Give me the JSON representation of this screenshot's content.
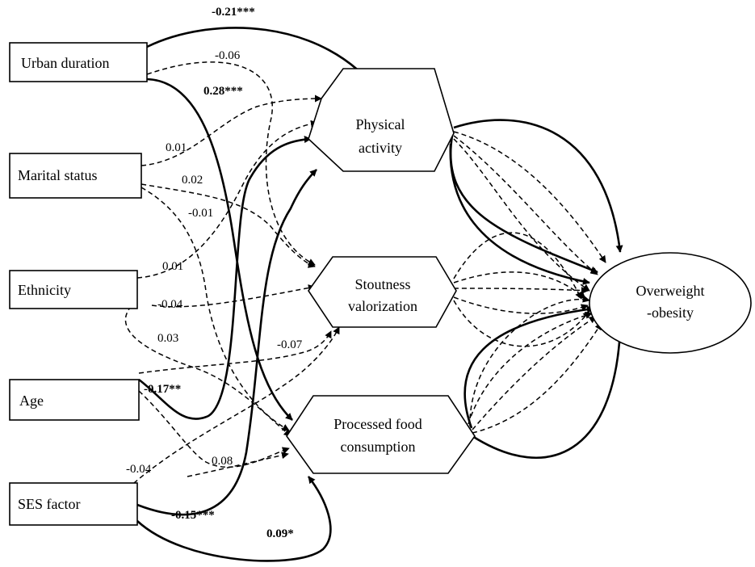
{
  "exogenous": [
    {
      "id": "urban",
      "label": "Urban duration"
    },
    {
      "id": "marital",
      "label": "Marital status"
    },
    {
      "id": "ethnicity",
      "label": "Ethnicity"
    },
    {
      "id": "age",
      "label": "Age"
    },
    {
      "id": "ses",
      "label": "SES factor"
    }
  ],
  "mediators": [
    {
      "id": "physical",
      "lines": [
        "Physical",
        "activity"
      ]
    },
    {
      "id": "stoutness",
      "lines": [
        "Stoutness",
        "valorization"
      ]
    },
    {
      "id": "processed",
      "lines": [
        "Processed food",
        "consumption"
      ]
    }
  ],
  "outcome": {
    "id": "obesity",
    "lines": [
      "Overweight",
      "-obesity"
    ]
  },
  "coefficients": [
    {
      "id": "c1",
      "text": "-0.21***",
      "significant": true
    },
    {
      "id": "c2",
      "text": "-0.06",
      "significant": false
    },
    {
      "id": "c3",
      "text": "0.28***",
      "significant": true
    },
    {
      "id": "c4",
      "text": "0.01",
      "significant": false
    },
    {
      "id": "c5",
      "text": "0.02",
      "significant": false
    },
    {
      "id": "c6",
      "text": "-0.01",
      "significant": false
    },
    {
      "id": "c7",
      "text": "0.01",
      "significant": false
    },
    {
      "id": "c8",
      "text": "-0.04",
      "significant": false
    },
    {
      "id": "c9",
      "text": "0.03",
      "significant": false
    },
    {
      "id": "c10",
      "text": "-0.07",
      "significant": false
    },
    {
      "id": "c11",
      "text": "-0.17**",
      "significant": true
    },
    {
      "id": "c12",
      "text": "-0.04",
      "significant": false
    },
    {
      "id": "c13",
      "text": "0.08",
      "significant": false
    },
    {
      "id": "c14",
      "text": "-0.15***",
      "significant": true
    },
    {
      "id": "c15",
      "text": "0.09*",
      "significant": true
    }
  ]
}
